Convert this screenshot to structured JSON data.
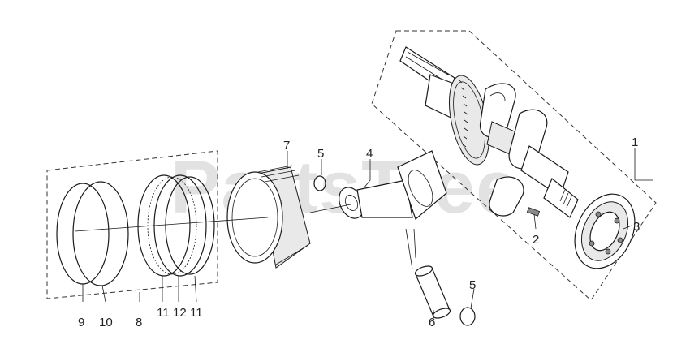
{
  "watermark": "PartsTree",
  "callouts": [
    {
      "id": "1",
      "text": "1"
    },
    {
      "id": "2",
      "text": "2"
    },
    {
      "id": "3",
      "text": "3"
    },
    {
      "id": "4",
      "text": "4"
    },
    {
      "id": "5a",
      "text": "5"
    },
    {
      "id": "5b",
      "text": "5"
    },
    {
      "id": "6",
      "text": "6"
    },
    {
      "id": "7",
      "text": "7"
    },
    {
      "id": "8",
      "text": "8"
    },
    {
      "id": "9",
      "text": "9"
    },
    {
      "id": "10",
      "text": "10"
    },
    {
      "id": "11a",
      "text": "11"
    },
    {
      "id": "12",
      "text": "12"
    },
    {
      "id": "11b",
      "text": "11"
    }
  ]
}
